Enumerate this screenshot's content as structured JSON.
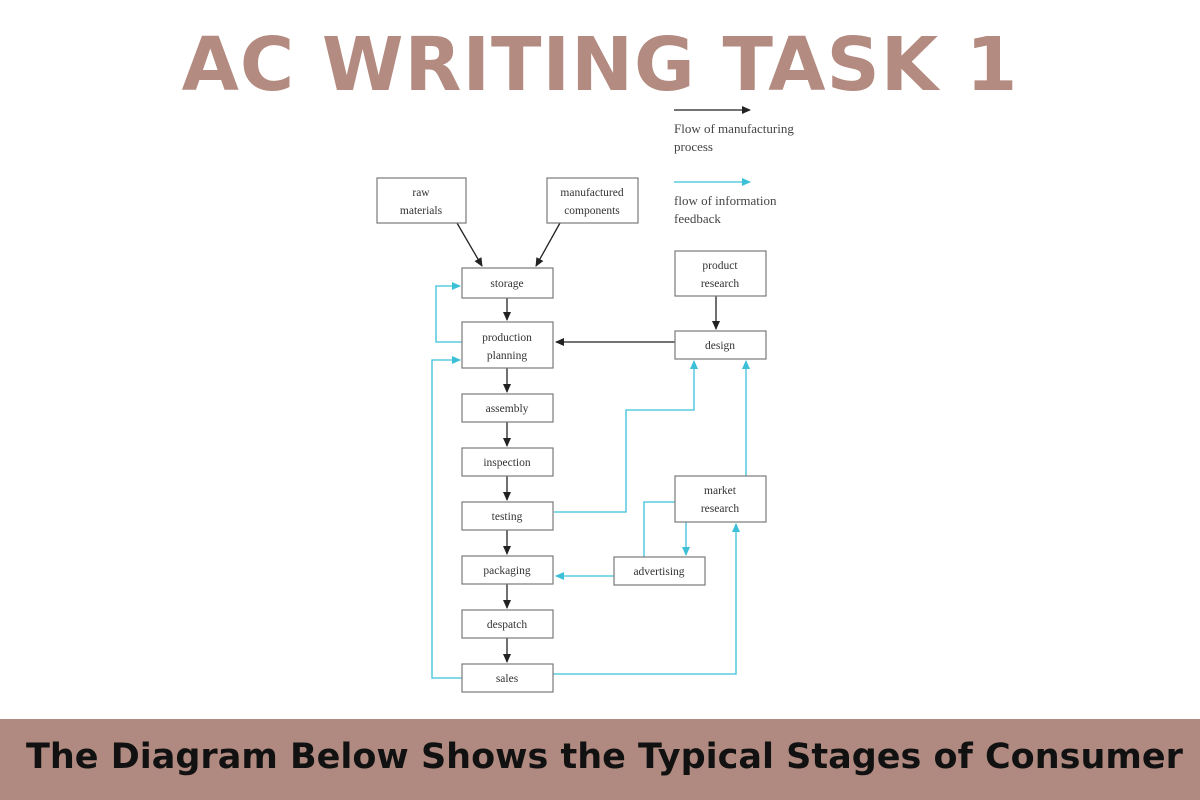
{
  "header": {
    "title": "AC WRITING TASK 1"
  },
  "legend": {
    "manufacturing": [
      "Flow of manufacturing",
      "process"
    ],
    "information": [
      "flow of information",
      "feedback"
    ]
  },
  "nodes": {
    "raw_materials": [
      "raw",
      "materials"
    ],
    "manufactured_components": [
      "manufactured",
      "components"
    ],
    "storage": [
      "storage"
    ],
    "production_planning": [
      "production",
      "planning"
    ],
    "assembly": [
      "assembly"
    ],
    "inspection": [
      "inspection"
    ],
    "testing": [
      "testing"
    ],
    "packaging": [
      "packaging"
    ],
    "despatch": [
      "despatch"
    ],
    "sales": [
      "sales"
    ],
    "product_research": [
      "product",
      "research"
    ],
    "design": [
      "design"
    ],
    "market_research": [
      "market",
      "research"
    ],
    "advertising": [
      "advertising"
    ]
  },
  "colors": {
    "manufacturing_flow": "#222222",
    "information_flow": "#3cc0d8",
    "title": "#b38b80",
    "banner": "#b08a80"
  },
  "footer": {
    "caption": "The Diagram Below Shows the Typical Stages of Consumer"
  }
}
